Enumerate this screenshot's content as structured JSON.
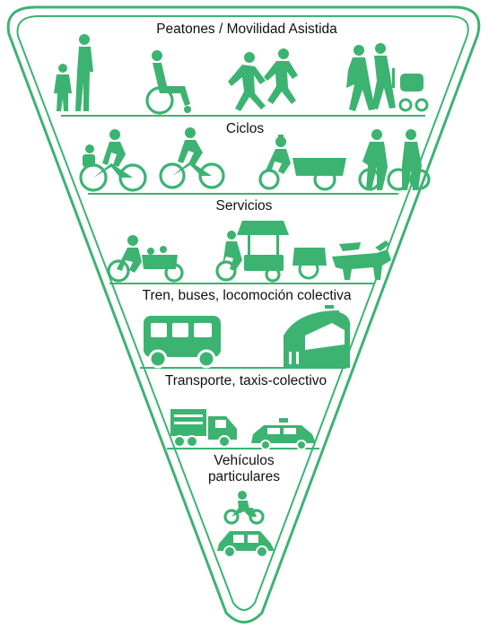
{
  "colors": {
    "accent": "#3cb371",
    "text": "#111111",
    "background": "#ffffff"
  },
  "tiers": [
    {
      "label": "Peatones / Movilidad Asistida"
    },
    {
      "label": "Ciclos"
    },
    {
      "label": "Servicios"
    },
    {
      "label": "Tren, buses, locomoción colectiva"
    },
    {
      "label": "Transporte, taxis-colectivo"
    },
    {
      "label_line1": "Vehículos",
      "label_line2": "particulares"
    }
  ]
}
